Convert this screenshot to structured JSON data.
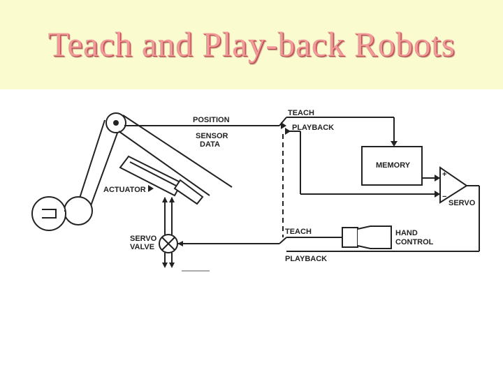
{
  "slide": {
    "title": "Teach and Play-back Robots",
    "title_color": "#f29a9a",
    "band_color": "#fbfbd0"
  },
  "diagram": {
    "labels": {
      "position": "POSITION",
      "sensor_line1": "SENSOR",
      "sensor_line2": "DATA",
      "teach_top": "TEACH",
      "playback_top": "PLAYBACK",
      "memory": "MEMORY",
      "actuator": "ACTUATOR",
      "servo_valve_line1": "SERVO",
      "servo_valve_line2": "VALVE",
      "teach_bottom": "TEACH",
      "playback_bottom": "PLAYBACK",
      "hand_control_line1": "HAND",
      "hand_control_line2": "CONTROL",
      "servo": "SERVO",
      "plus": "+",
      "minus": "−"
    }
  }
}
